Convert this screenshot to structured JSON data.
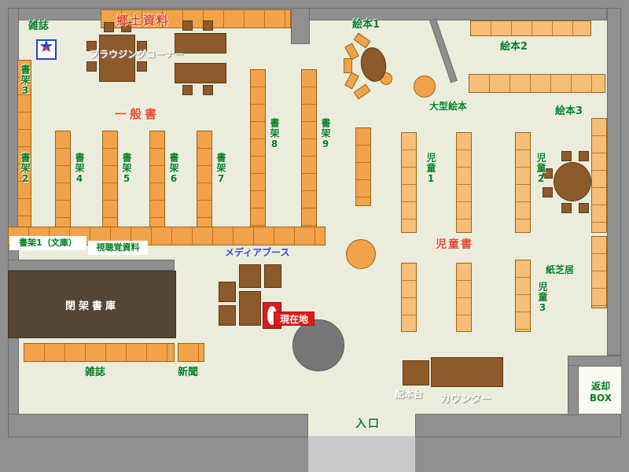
{
  "colors": {
    "background": "#ECECDC",
    "wall_gray": "#8F8F8F",
    "shelf_orange": "#F2A24B",
    "shelf_light_orange": "#F6BE78",
    "table_brown": "#8C5A2B",
    "closed_stack_brown": "#554534",
    "area_label_red": "#E5492A",
    "label_green": "#007D1F",
    "label_blue": "#3344CC",
    "current_marker_red": "#E01B1B"
  },
  "icons": {
    "magazine_star": "★"
  },
  "labels": {
    "magazines_top": "雑誌",
    "local_materials": "郷土資料",
    "browsing_corner": "ブラウジングコーナー",
    "shelf3": "書架3",
    "shelf2": "書架2",
    "general_books": "一般書",
    "shelf4": "書架4",
    "shelf5": "書架5",
    "shelf6": "書架6",
    "shelf7": "書架7",
    "shelf8": "書架8",
    "shelf9": "書架9",
    "shelf1_bunko": "書架1（文庫）",
    "av_materials": "視聴覚資料",
    "picture_books_1": "絵本1",
    "picture_books_2": "絵本2",
    "picture_books_3": "絵本3",
    "large_picture_books": "大型絵本",
    "children_1": "児童1",
    "children_2": "児童2",
    "children_3": "児童3",
    "children_books": "児童書",
    "kamishibai": "紙芝居",
    "media_booth": "メディアブース",
    "current_location": "現在地",
    "closed_stacks": "閉架書庫",
    "magazines_bottom": "雑誌",
    "newspapers": "新聞",
    "distribution_table": "配本台",
    "counter": "カウンター",
    "return_box_line1": "返却",
    "return_box_line2": "BOX",
    "entrance": "入口"
  }
}
